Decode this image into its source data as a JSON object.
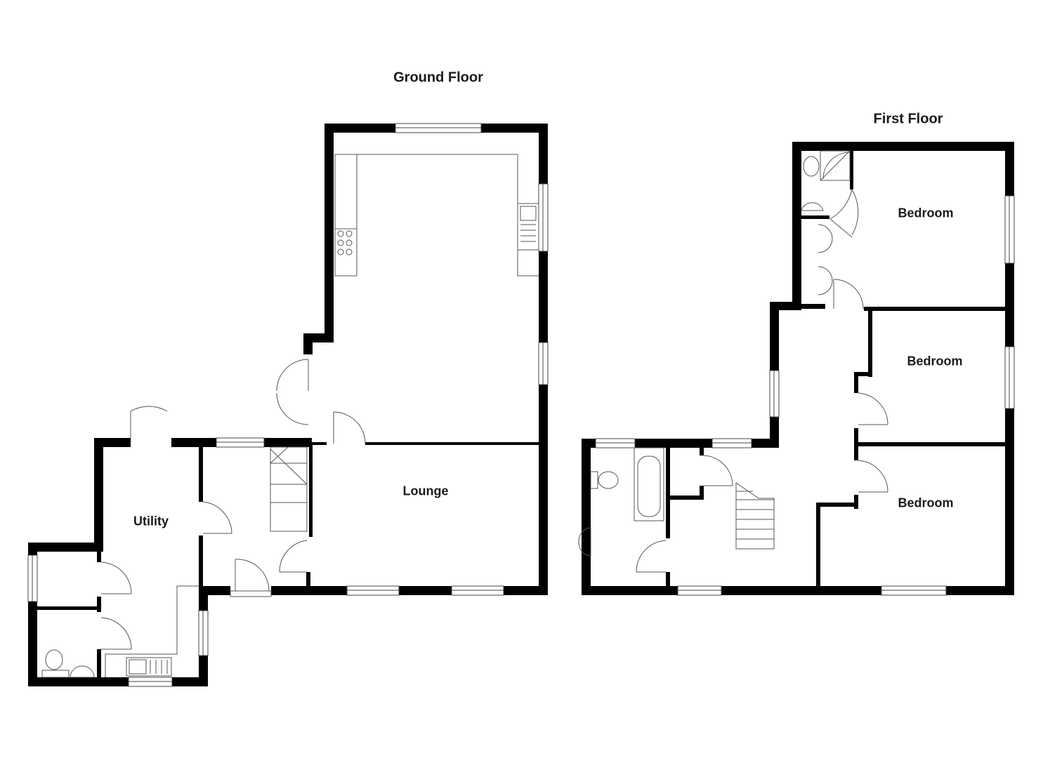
{
  "floors": {
    "ground": {
      "title": "Ground Floor",
      "rooms": {
        "utility": "Utility",
        "lounge": "Lounge"
      }
    },
    "first": {
      "title": "First Floor",
      "rooms": {
        "bedroom_1": "Bedroom",
        "bedroom_2": "Bedroom",
        "bedroom_3": "Bedroom"
      }
    }
  },
  "colors": {
    "wall": "#000000",
    "fixture": "#555555",
    "window": "#444444",
    "background": "#ffffff"
  }
}
